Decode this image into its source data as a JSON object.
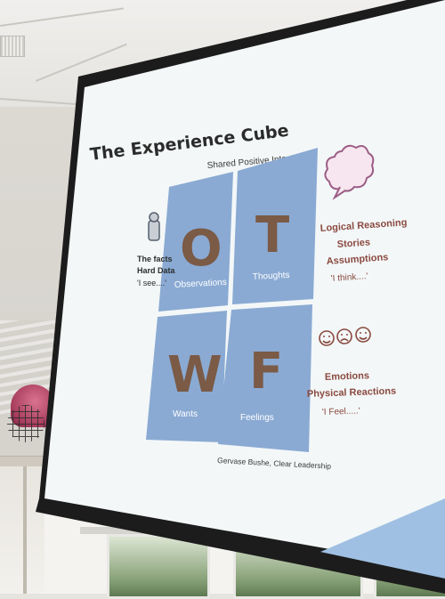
{
  "slide": {
    "title": "The Experience Cube",
    "top_caption": "Shared Positive Intent",
    "cube": [
      {
        "letter": "O",
        "word": "Observations"
      },
      {
        "letter": "T",
        "word": "Thoughts"
      },
      {
        "letter": "W",
        "word": "Wants"
      },
      {
        "letter": "F",
        "word": "Feelings"
      }
    ],
    "left_notes": [
      "The facts",
      "Hard Data",
      "'I see....'"
    ],
    "right_upper_notes": [
      "Logical Reasoning",
      "Stories",
      "Assumptions",
      "'I think....'"
    ],
    "right_lower_notes": [
      "Emotions",
      "Physical Reactions",
      "'I Feel.....'"
    ],
    "credit": "Gervase Bushe, Clear Leadership"
  },
  "icons": {
    "observation": "lightbulb-icon",
    "thoughts": "thought-bubble-icon",
    "feelings": [
      "smile-face-icon",
      "frown-face-icon",
      "smile-face-icon"
    ]
  },
  "colors": {
    "cube_face": "#8aaad3",
    "letters": "#7b5a46",
    "accent_text": "#8a4a3f",
    "screen": "#f3f7f8"
  }
}
